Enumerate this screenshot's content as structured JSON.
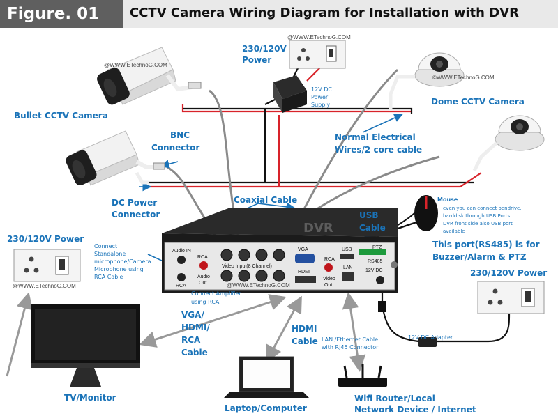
{
  "header": {
    "figure_tag": "Figure. 01",
    "title": "CCTV Camera Wiring Diagram for Installation with DVR"
  },
  "labels": {
    "power_top_line1": "230/120V",
    "power_top_line2": "Power",
    "psu_line1": "12V DC",
    "psu_line2": "Power",
    "psu_line3": "Supply",
    "bullet_camera": "Bullet CCTV Camera",
    "dome_camera": "Dome CCTV Camera",
    "bnc_line1": "BNC",
    "bnc_line2": "Connector",
    "normal_wires_line1": "Normal Electrical",
    "normal_wires_line2": "Wires/2 core cable",
    "dc_conn_line1": "DC Power",
    "dc_conn_line2": "Connector",
    "coaxial": "Coaxial Cable",
    "usb_line1": "USB",
    "usb_line2": "Cable",
    "mouse": "Mouse",
    "mouse_note_line1": "even you can connect pendrive,",
    "mouse_note_line2": "harddisk through USB Ports",
    "mouse_note_line3": "DVR front side also USB port",
    "mouse_note_line4": "available",
    "rs485_line1": "This port(RS485) is for",
    "rs485_line2": "Buzzer/Alarm & PTZ",
    "power_left": "230/120V Power",
    "power_right": "230/120V Power",
    "mic_line1": "Connect",
    "mic_line2": "Standalone",
    "mic_line3": "microphone/Camera",
    "mic_line4": "Microphone using",
    "mic_line5": "RCA Cable",
    "amp_line1": "Connect Amplifier",
    "amp_line2": "using RCA",
    "vga_line1": "VGA/",
    "vga_line2": "HDMI/",
    "vga_line3": "RCA",
    "vga_line4": "Cable",
    "hdmi_line1": "HDMI",
    "hdmi_line2": "Cable",
    "lan_line1": "LAN /Ethernet Cable",
    "lan_line2": "with RJ45 Connector",
    "adapter": "12V DC Adapter",
    "tv": "TV/Monitor",
    "laptop": "Laptop/Computer",
    "router_line1": "Wifi Router/Local",
    "router_line2": "Network Device  / Internet"
  },
  "dvr": {
    "name": "DVR",
    "audio_in": "Audio IN",
    "rca": "RCA",
    "audio_out_line1": "Audio",
    "audio_out_line2": "Out",
    "video_input": "Video Input(8 Channel)",
    "vga": "VGA",
    "hdmi": "HDMI",
    "video_out_line1": "Video",
    "video_out_line2": "Out",
    "usb": "USB",
    "lan": "LAN",
    "ptz": "PTZ",
    "rs485": "RS485",
    "dc": "12V DC"
  },
  "watermarks": {
    "site": "@WWW.ETechnoG.COM",
    "site_b": "©WWW.ETechnoG.COM"
  },
  "colors": {
    "label_blue": "#1a73b8",
    "wire_red": "#d8232a",
    "wire_black": "#111111",
    "cable_gray": "#8a8a8a",
    "header_dark": "#5f5f5f",
    "header_light": "#e9e9e9"
  }
}
